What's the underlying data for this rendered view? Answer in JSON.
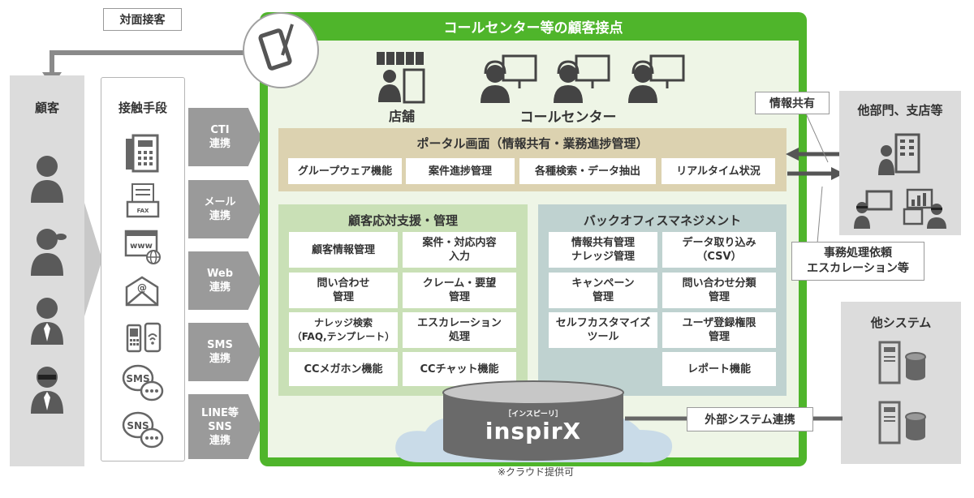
{
  "top_label": "対面接客",
  "customer": {
    "title": "顧客"
  },
  "contact": {
    "title": "接触手段",
    "fax_label": "FAX"
  },
  "channels": [
    {
      "label": "CTI\n連携"
    },
    {
      "label": "メール\n連携"
    },
    {
      "label": "Web\n連携"
    },
    {
      "label": "SMS\n連携"
    },
    {
      "label": "LINE等\nSNS\n連携"
    }
  ],
  "center": {
    "title": "コールセンター等の顧客接点",
    "store_label": "店舗",
    "callcenter_label": "コールセンター"
  },
  "portal": {
    "title": "ポータル画面（情報共有・業務進捗管理）",
    "items": [
      "グループウェア機能",
      "案件進捗管理",
      "各種検索・データ抽出",
      "リアルタイム状況"
    ]
  },
  "customer_support": {
    "title": "顧客応対支援・管理",
    "items": [
      "顧客情報管理",
      "案件・対応内容\n入力",
      "問い合わせ\n管理",
      "クレーム・要望\n管理",
      "ナレッジ検索\n（FAQ,テンプレート）",
      "エスカレーション\n処理",
      "CCメガホン機能",
      "CCチャット機能"
    ]
  },
  "back_office": {
    "title": "バックオフィスマネジメント",
    "items": [
      "情報共有管理\nナレッジ管理",
      "データ取り込み\n（CSV）",
      "キャンペーン\n管理",
      "問い合わせ分類\n管理",
      "セルフカスタマイズ\nツール",
      "ユーザ登録権限\n管理",
      "レポート機能"
    ]
  },
  "product": {
    "ruby": "［インスピーリ］",
    "name": "inspirX",
    "note": "※クラウド提供可"
  },
  "callouts": {
    "info_share": "情報共有",
    "escalation": "事務処理依頼\nエスカレーション等",
    "external": "外部システム連携"
  },
  "other_dept": {
    "title": "他部門、支店等"
  },
  "other_system": {
    "title": "他システム"
  },
  "icons": [
    "tablet-icon",
    "store-icon",
    "headset-operator-icon",
    "phone-fax-icon",
    "fax-icon",
    "www-icon",
    "email-icon",
    "mobile-icon",
    "sms-icon",
    "sns-icon",
    "person-icon",
    "office-building-icon",
    "server-icon",
    "database-icon"
  ],
  "colors": {
    "green": "#4fb52b",
    "panel_green": "#c9e0b6",
    "panel_blue": "#bfd2d0",
    "tan": "#dcd2b0",
    "gray": "#9a9a9a"
  }
}
